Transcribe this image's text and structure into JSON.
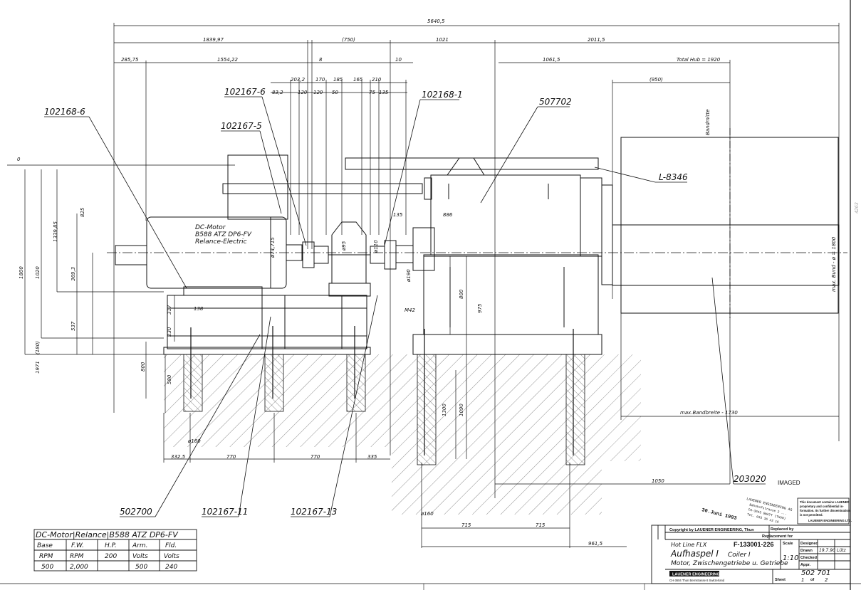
{
  "colors": {
    "ink": "#111111",
    "paper": "#ffffff",
    "hatch": "#333333"
  },
  "dimensions": {
    "overall": "5640,5",
    "d1839": "1839,97",
    "d750": "(750)",
    "d1021": "1021",
    "d2011": "2011,5",
    "d285": "285,75",
    "d1554": "1554,22",
    "d8": "8",
    "d10": "10",
    "d1061": "1061,5",
    "total_hub": "Total Hub = 1920",
    "d950": "(950)",
    "d203": "203,2",
    "d170": "170",
    "d185a": "185",
    "d165": "165",
    "d210": "210",
    "d83": "83,2",
    "d120a": "120",
    "d120b": "120",
    "d50": "50",
    "d75": "75",
    "d135a": "135",
    "d135b": "135",
    "d886": "886",
    "zero": "0",
    "v825": "825",
    "v1339": "1339,85",
    "v1800": "1800",
    "v1020": "1020",
    "v369": "369,3",
    "v537": "537",
    "v180": "(180)",
    "v1971": "1971",
    "v317": "317",
    "v230": "230",
    "v800a": "800",
    "v580": "580",
    "v138": "138",
    "v1300": "1300",
    "v1090": "1090",
    "v800b": "800",
    "v975": "975",
    "m42": "M42",
    "phi74": "ø74,715",
    "phi95": "ø95",
    "phi110": "ø110",
    "phi190": "ø190",
    "phi160a": "ø160",
    "phi160b": "ø160",
    "h332": "332,5",
    "h770a": "770",
    "h770b": "770",
    "h335": "335",
    "h715a": "715",
    "h715b": "715",
    "h1050": "1050",
    "h961": "961,5",
    "max_band": "max.Bandbreite - 1730",
    "max_bund": "max. Bund - ø = 1800",
    "bandmitte": "Bandmitte",
    "side_id": "4263"
  },
  "parts": {
    "p102168_6": "102168-6",
    "p102167_6": "102167-6",
    "p102167_5": "102167-5",
    "p102168_1": "102168-1",
    "p507702": "507702",
    "pL8346": "L-8346",
    "p502700": "502700",
    "p102167_11": "102167-11",
    "p102167_13": "102167-13",
    "p203020": "203020"
  },
  "motor_label": [
    "DC-Motor",
    "B588 ATZ DP6-FV",
    "Relance-Electric"
  ],
  "imaged": "IMAGED",
  "stamp": {
    "date": "30.Juni 1993",
    "company": "LAUENER ENGINEERING AG",
    "line2": "Bahnhofstrasse 2 ...",
    "line3": "CH-3645 GWATT (THUN)",
    "line4": "Tel. 033 36 13 16"
  },
  "notice": {
    "line1": "This document contains LAUENER",
    "line2": "proprietary and confidential in-",
    "line3": "formation. Its further dissemination",
    "line4": "is not permitted.",
    "line5": "LAUENER ENGINEERING LTD."
  },
  "motor_table": {
    "header": "DC-Motor|Relance|B588 ATZ DP6-FV",
    "columns": [
      "Base",
      "F.W.",
      "H.P.",
      "Arm.",
      "Fld."
    ],
    "units": [
      "RPM",
      "RPM",
      "200",
      "Volts",
      "Volts"
    ],
    "values": [
      "500",
      "2,000",
      "",
      "500",
      "240"
    ]
  },
  "title_block": {
    "copyright": "Copyright by LAUENER ENGINEERING, Thun",
    "replaced_by": "Replaced by",
    "replacement_for": "Replacement for",
    "project": "Hot Line FLX",
    "drawing_no": "F-133001-226",
    "title": "Aufhaspel I",
    "title_en": "Coiler I",
    "subtitle": "Motor, Zwischengetriebe u. Getriebe",
    "scale_label": "Scale",
    "scale": "1:10",
    "designed": "Designed",
    "drawn": "Drawn",
    "drawn_date": "19.7.90",
    "drawn_by": "Lütz",
    "checked": "Checked",
    "appr": "Appr.",
    "number": "502 701",
    "sheet_label": "Sheet",
    "sheet": "1",
    "of_label": "of",
    "sheets": "2",
    "company": "LAUENER ENGINEERING",
    "address": "CH-3604 Thun    Bernstrasse 6    Switzerland"
  }
}
